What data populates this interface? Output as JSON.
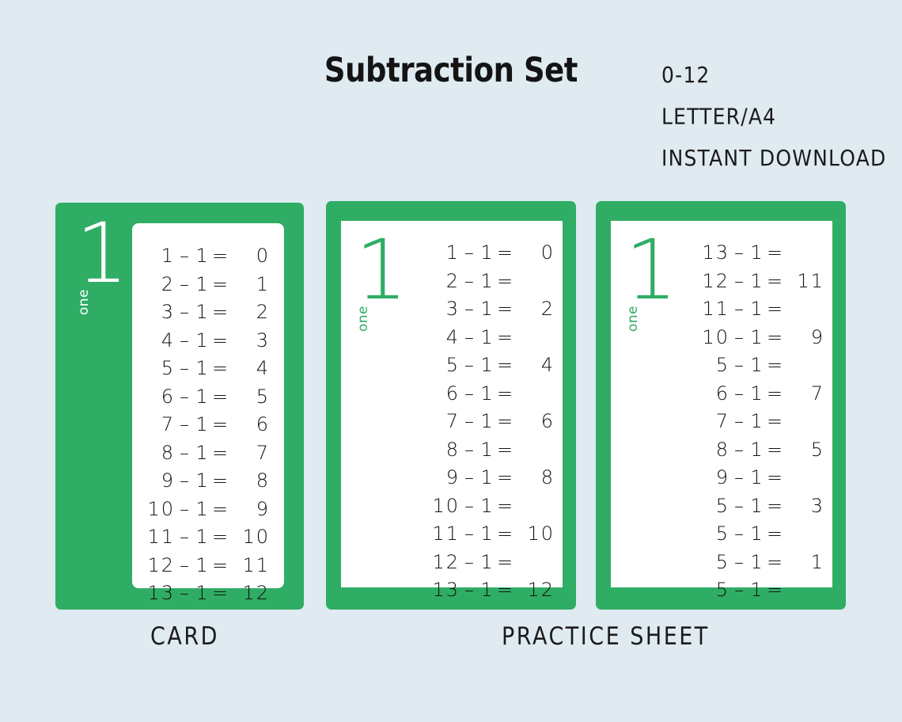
{
  "header": {
    "title": "Subtraction Set",
    "meta": [
      "0-12",
      "LETTER/A4",
      "INSTANT DOWNLOAD"
    ]
  },
  "theme": {
    "background": "#dfeaf1",
    "green": "#2fad65",
    "sheet": "#ffffff",
    "ink": "#141414"
  },
  "captions": {
    "card": "CARD",
    "practice_sheet": "PRACTICE SHEET"
  },
  "cards": [
    {
      "id": "card",
      "badge_numeral": "1",
      "badge_word": "one",
      "badge_color": "#ffffff",
      "rows": [
        {
          "a": "1",
          "op": "–",
          "b": "1",
          "eq": "=",
          "result": "0"
        },
        {
          "a": "2",
          "op": "–",
          "b": "1",
          "eq": "=",
          "result": "1"
        },
        {
          "a": "3",
          "op": "–",
          "b": "1",
          "eq": "=",
          "result": "2"
        },
        {
          "a": "4",
          "op": "–",
          "b": "1",
          "eq": "=",
          "result": "3"
        },
        {
          "a": "5",
          "op": "–",
          "b": "1",
          "eq": "=",
          "result": "4"
        },
        {
          "a": "6",
          "op": "–",
          "b": "1",
          "eq": "=",
          "result": "5"
        },
        {
          "a": "7",
          "op": "–",
          "b": "1",
          "eq": "=",
          "result": "6"
        },
        {
          "a": "8",
          "op": "–",
          "b": "1",
          "eq": "=",
          "result": "7"
        },
        {
          "a": "9",
          "op": "–",
          "b": "1",
          "eq": "=",
          "result": "8"
        },
        {
          "a": "10",
          "op": "–",
          "b": "1",
          "eq": "=",
          "result": "9"
        },
        {
          "a": "11",
          "op": "–",
          "b": "1",
          "eq": "=",
          "result": "10"
        },
        {
          "a": "12",
          "op": "–",
          "b": "1",
          "eq": "=",
          "result": "11"
        },
        {
          "a": "13",
          "op": "–",
          "b": "1",
          "eq": "=",
          "result": "12"
        }
      ]
    },
    {
      "id": "practice-sheet-ascending",
      "badge_numeral": "1",
      "badge_word": "one",
      "badge_color": "#2fad65",
      "rows": [
        {
          "a": "1",
          "op": "–",
          "b": "1",
          "eq": "=",
          "result": "0"
        },
        {
          "a": "2",
          "op": "–",
          "b": "1",
          "eq": "=",
          "result": ""
        },
        {
          "a": "3",
          "op": "–",
          "b": "1",
          "eq": "=",
          "result": "2"
        },
        {
          "a": "4",
          "op": "–",
          "b": "1",
          "eq": "=",
          "result": ""
        },
        {
          "a": "5",
          "op": "–",
          "b": "1",
          "eq": "=",
          "result": "4"
        },
        {
          "a": "6",
          "op": "–",
          "b": "1",
          "eq": "=",
          "result": ""
        },
        {
          "a": "7",
          "op": "–",
          "b": "1",
          "eq": "=",
          "result": "6"
        },
        {
          "a": "8",
          "op": "–",
          "b": "1",
          "eq": "=",
          "result": ""
        },
        {
          "a": "9",
          "op": "–",
          "b": "1",
          "eq": "=",
          "result": "8"
        },
        {
          "a": "10",
          "op": "–",
          "b": "1",
          "eq": "=",
          "result": ""
        },
        {
          "a": "11",
          "op": "–",
          "b": "1",
          "eq": "=",
          "result": "10"
        },
        {
          "a": "12",
          "op": "–",
          "b": "1",
          "eq": "=",
          "result": ""
        },
        {
          "a": "13",
          "op": "–",
          "b": "1",
          "eq": "=",
          "result": "12"
        }
      ]
    },
    {
      "id": "practice-sheet-mixed",
      "badge_numeral": "1",
      "badge_word": "one",
      "badge_color": "#2fad65",
      "rows": [
        {
          "a": "13",
          "op": "–",
          "b": "1",
          "eq": "=",
          "result": ""
        },
        {
          "a": "12",
          "op": "–",
          "b": "1",
          "eq": "=",
          "result": "11"
        },
        {
          "a": "11",
          "op": "–",
          "b": "1",
          "eq": "=",
          "result": ""
        },
        {
          "a": "10",
          "op": "–",
          "b": "1",
          "eq": "=",
          "result": "9"
        },
        {
          "a": "5",
          "op": "–",
          "b": "1",
          "eq": "=",
          "result": ""
        },
        {
          "a": "6",
          "op": "–",
          "b": "1",
          "eq": "=",
          "result": "7"
        },
        {
          "a": "7",
          "op": "–",
          "b": "1",
          "eq": "=",
          "result": ""
        },
        {
          "a": "8",
          "op": "–",
          "b": "1",
          "eq": "=",
          "result": "5"
        },
        {
          "a": "9",
          "op": "–",
          "b": "1",
          "eq": "=",
          "result": ""
        },
        {
          "a": "5",
          "op": "–",
          "b": "1",
          "eq": "=",
          "result": "3"
        },
        {
          "a": "5",
          "op": "–",
          "b": "1",
          "eq": "=",
          "result": ""
        },
        {
          "a": "5",
          "op": "–",
          "b": "1",
          "eq": "=",
          "result": "1"
        },
        {
          "a": "5",
          "op": "–",
          "b": "1",
          "eq": "=",
          "result": ""
        }
      ]
    }
  ]
}
